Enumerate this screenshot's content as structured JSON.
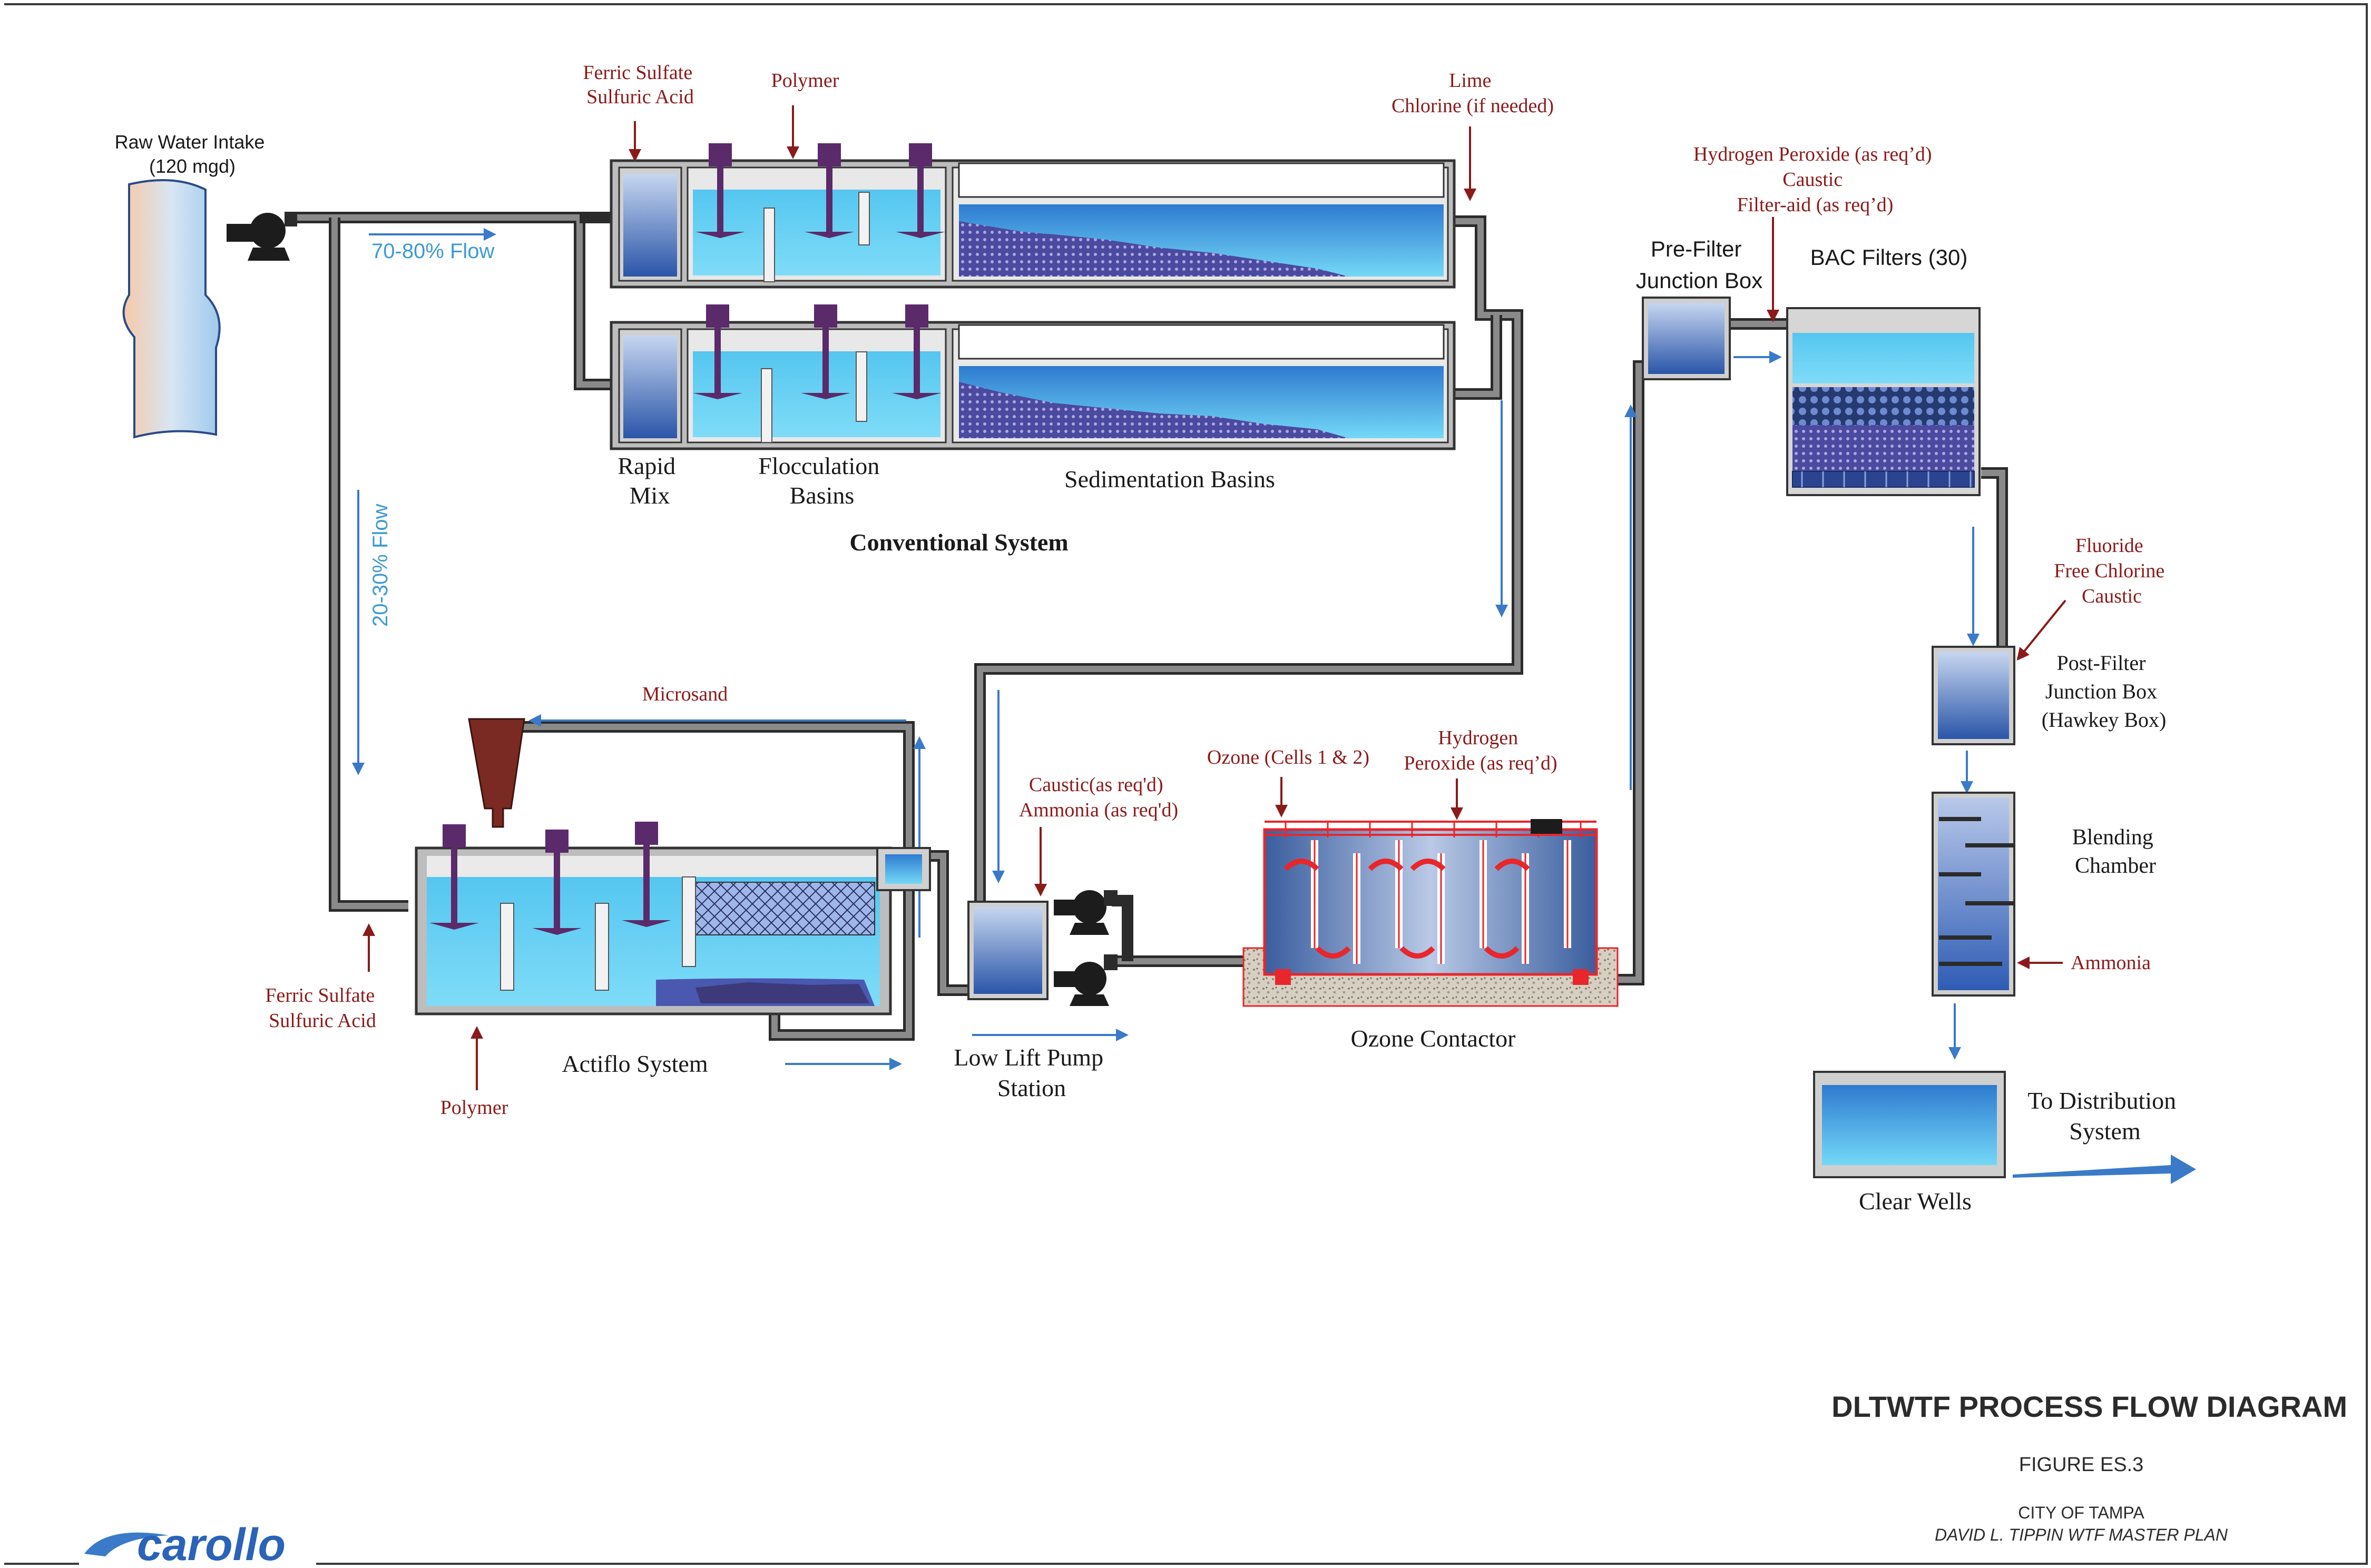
{
  "labels": {
    "raw_water": [
      "Raw Water Intake",
      "(120 mgd)"
    ],
    "flow_main": "70-80% Flow",
    "flow_bypass": "20-30% Flow",
    "chem_rapid_mix": [
      "Ferric Sulfate",
      "Sulfuric Acid"
    ],
    "chem_polymer_top": "Polymer",
    "chem_lime": [
      "Lime",
      "Chlorine (if needed)"
    ],
    "rapid_mix": [
      "Rapid",
      "Mix"
    ],
    "flocculation": [
      "Flocculation",
      "Basins"
    ],
    "sedimentation": "Sedimentation Basins",
    "conventional": "Conventional System",
    "chem_prefilter": [
      "Hydrogen Peroxide (as req’d)",
      "Caustic",
      "Filter-aid (as req’d)"
    ],
    "prefilter": [
      "Pre-Filter",
      "Junction Box"
    ],
    "bac_filters": "BAC Filters (30)",
    "chem_postfilter": [
      "Fluoride",
      "Free Chlorine",
      "Caustic"
    ],
    "postfilter": [
      "Post-Filter",
      "Junction Box",
      "(Hawkey Box)"
    ],
    "blending": [
      "Blending",
      "Chamber"
    ],
    "chem_ammonia_blend": "Ammonia",
    "clear_wells": "Clear Wells",
    "to_distribution": [
      "To Distribution",
      "System"
    ],
    "microsand": "Microsand",
    "chem_actiflo": [
      "Ferric Sulfate",
      "Sulfuric Acid"
    ],
    "chem_polymer_bottom": "Polymer",
    "actiflo": "Actiflo System",
    "chem_pump": [
      "Caustic(as req'd)",
      "Ammonia (as req'd)"
    ],
    "pump_station": [
      "Low Lift Pump",
      "Station"
    ],
    "chem_ozone": "Ozone (Cells 1 & 2)",
    "chem_h2o2": [
      "Hydrogen",
      "Peroxide (as req’d)"
    ],
    "ozone_contactor": "Ozone Contactor"
  },
  "title_block": {
    "title": "DLTWTF PROCESS FLOW DIAGRAM",
    "figure": "FIGURE ES.3",
    "client": "CITY OF TAMPA",
    "project": "DAVID L. TIPPIN WTF MASTER PLAN",
    "logo_text": "carollo"
  },
  "colors": {
    "water_light": "#6ed3f5",
    "water_dark": "#2a73c8",
    "pipe": "#2b2b2b",
    "chemical_label": "#8b1a1a",
    "flow_label": "#3d9ad1",
    "ozone_red": "#e8262b",
    "mixer_purple": "#5a2a6a"
  }
}
